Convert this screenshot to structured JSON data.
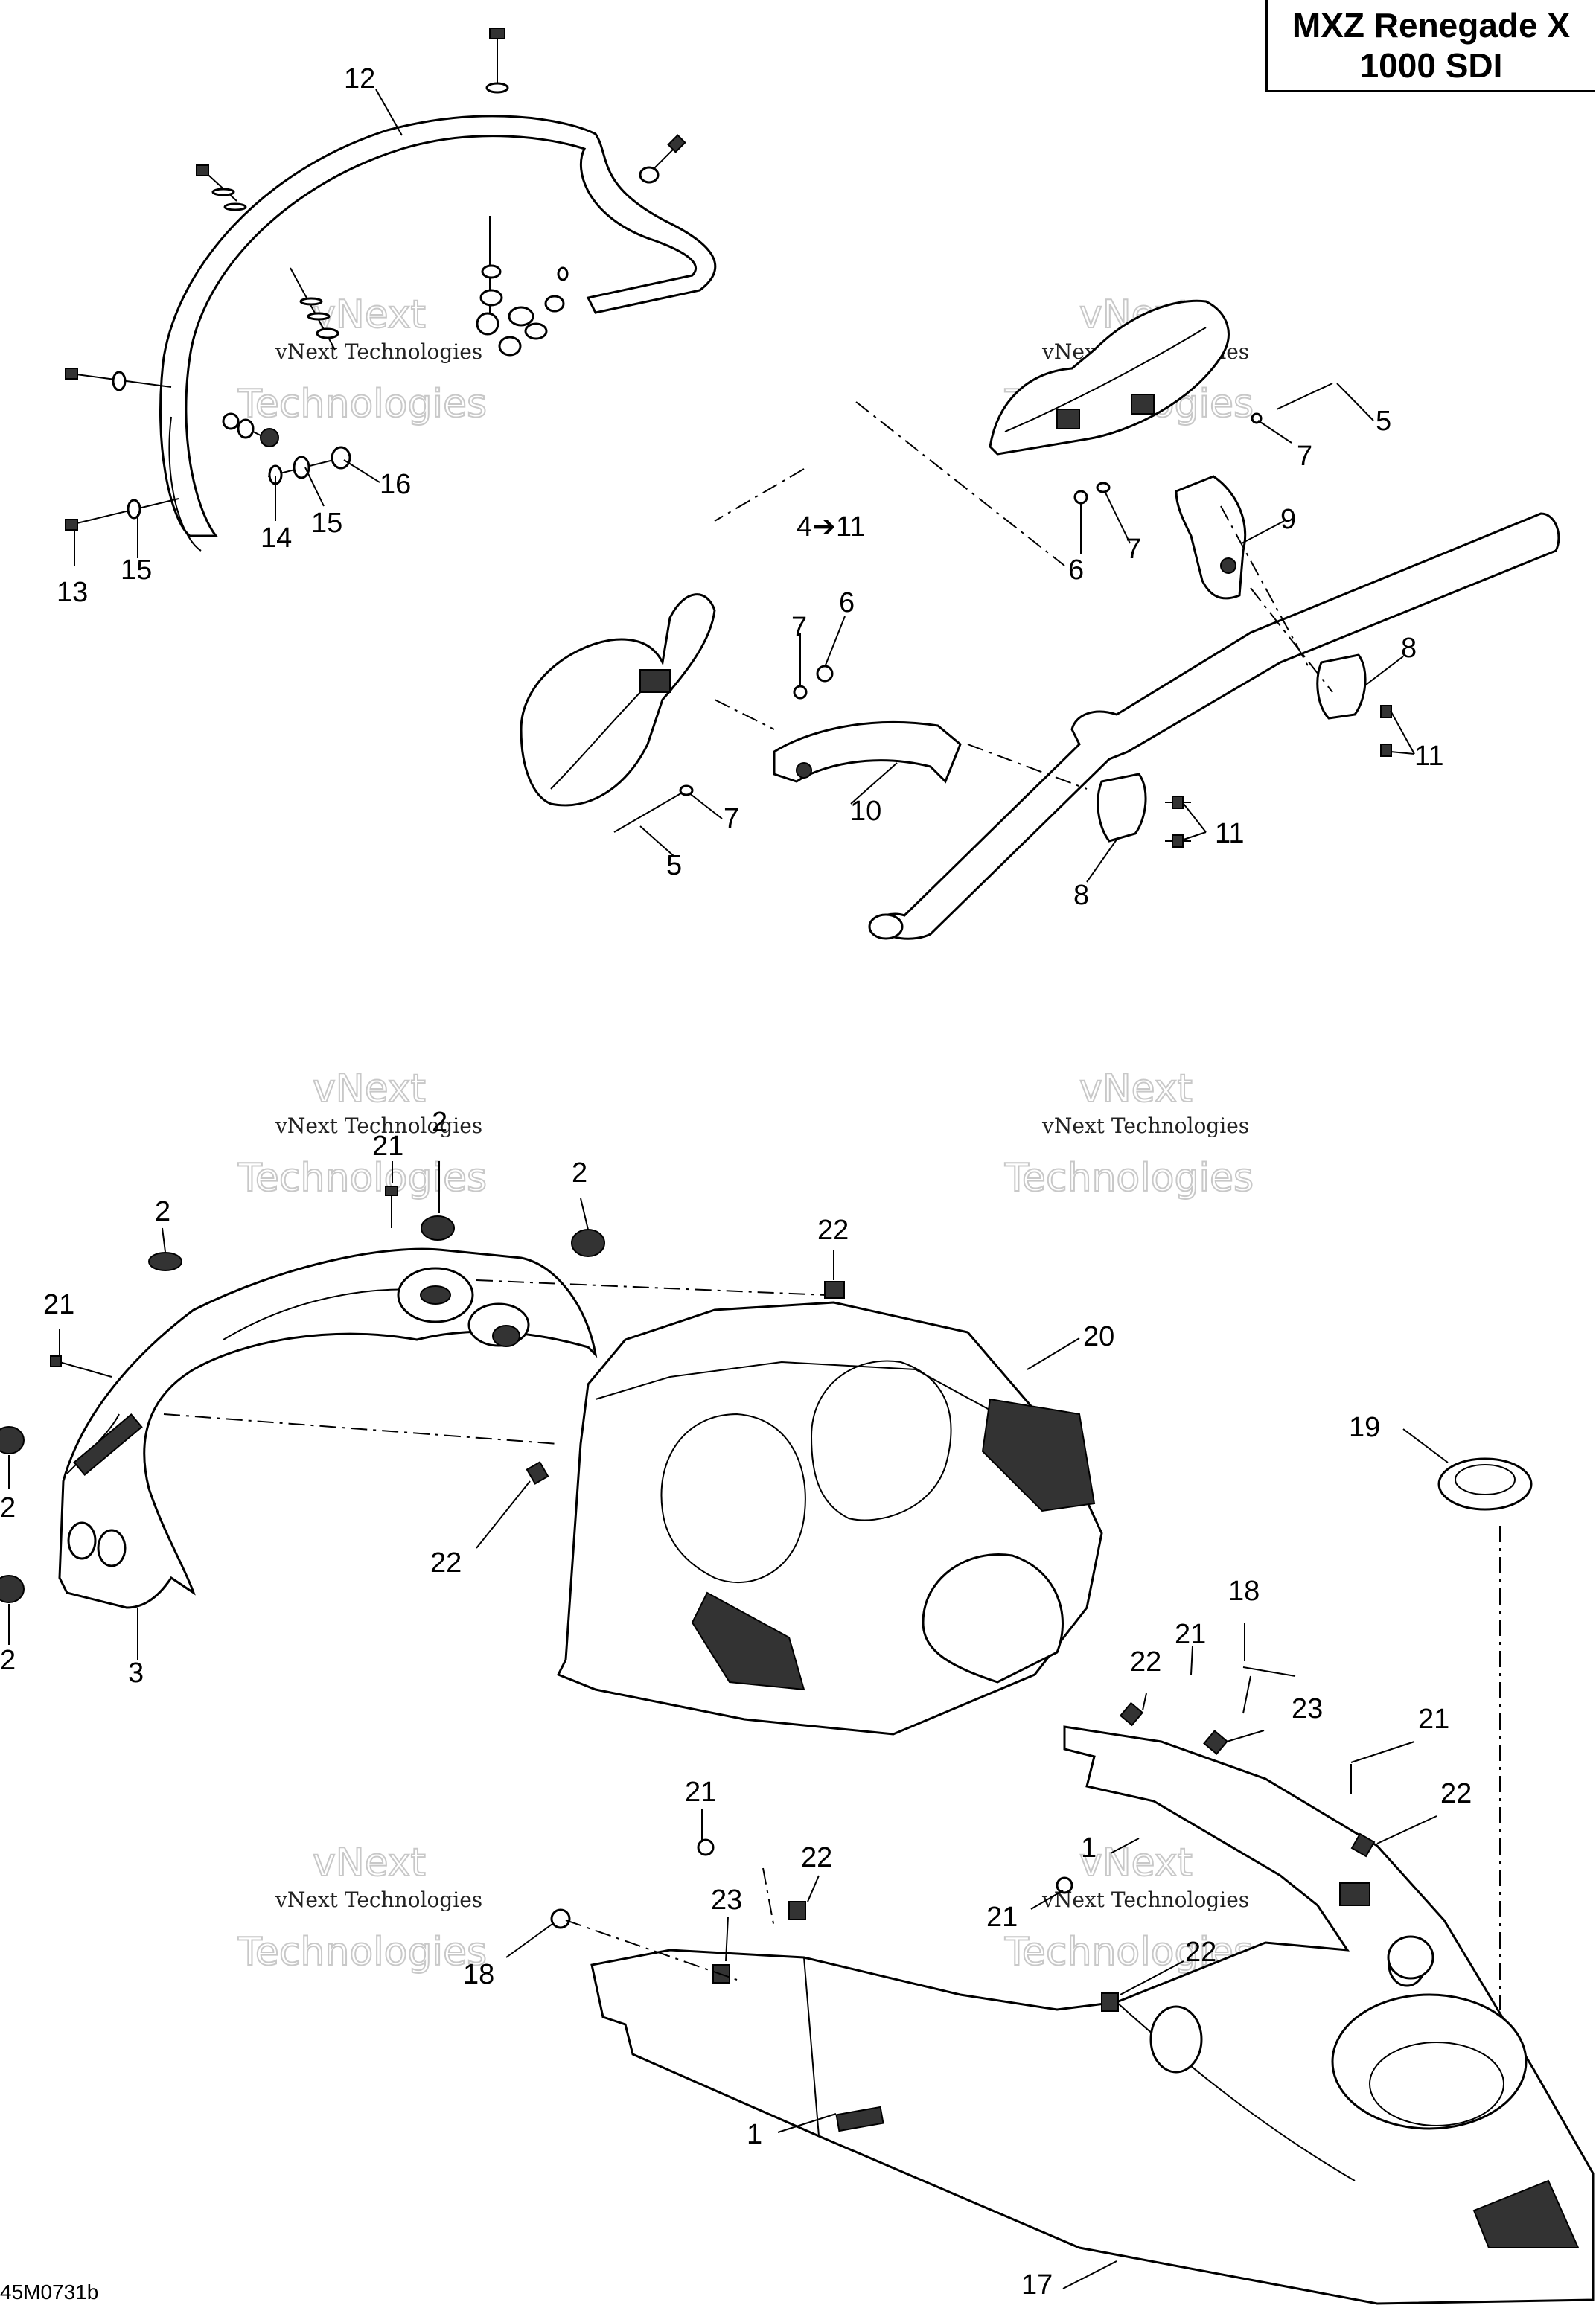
{
  "title": {
    "line1": "MXZ Renegade X",
    "line2": "1000 SDI"
  },
  "drawing_code": "45M0731b",
  "watermark": {
    "line1": "vNext Technologies",
    "line2": "Technologies",
    "line3": "vNext"
  },
  "callouts": [
    {
      "id": "c12",
      "label": "12"
    },
    {
      "id": "c13",
      "label": "13"
    },
    {
      "id": "c15a",
      "label": "15"
    },
    {
      "id": "c14",
      "label": "14"
    },
    {
      "id": "c15b",
      "label": "15"
    },
    {
      "id": "c16",
      "label": "16"
    },
    {
      "id": "c5a",
      "label": "5"
    },
    {
      "id": "c7a",
      "label": "7"
    },
    {
      "id": "c4",
      "label": "4➔11"
    },
    {
      "id": "c6a",
      "label": "6"
    },
    {
      "id": "c7b",
      "label": "7"
    },
    {
      "id": "c9",
      "label": "9"
    },
    {
      "id": "c7c",
      "label": "7"
    },
    {
      "id": "c6b",
      "label": "6"
    },
    {
      "id": "c8a",
      "label": "8"
    },
    {
      "id": "c11a",
      "label": "11"
    },
    {
      "id": "c10",
      "label": "10"
    },
    {
      "id": "c7d",
      "label": "7"
    },
    {
      "id": "c11b",
      "label": "11"
    },
    {
      "id": "c5b",
      "label": "5"
    },
    {
      "id": "c8b",
      "label": "8"
    },
    {
      "id": "c2a",
      "label": "2"
    },
    {
      "id": "c21a",
      "label": "21"
    },
    {
      "id": "c2b",
      "label": "2"
    },
    {
      "id": "c2c",
      "label": "2"
    },
    {
      "id": "c21b",
      "label": "21"
    },
    {
      "id": "c22a",
      "label": "22"
    },
    {
      "id": "c20",
      "label": "20"
    },
    {
      "id": "c2d",
      "label": "2"
    },
    {
      "id": "c2e",
      "label": "2"
    },
    {
      "id": "c3",
      "label": "3"
    },
    {
      "id": "c22b",
      "label": "22"
    },
    {
      "id": "c19",
      "label": "19"
    },
    {
      "id": "c18a",
      "label": "18"
    },
    {
      "id": "c21c",
      "label": "21"
    },
    {
      "id": "c22c",
      "label": "22"
    },
    {
      "id": "c23a",
      "label": "23"
    },
    {
      "id": "c21d",
      "label": "21"
    },
    {
      "id": "c22d",
      "label": "22"
    },
    {
      "id": "c1a",
      "label": "1"
    },
    {
      "id": "c21e",
      "label": "21"
    },
    {
      "id": "c22e",
      "label": "22"
    },
    {
      "id": "c23b",
      "label": "23"
    },
    {
      "id": "c18b",
      "label": "18"
    },
    {
      "id": "c21f",
      "label": "21"
    },
    {
      "id": "c22f",
      "label": "22"
    },
    {
      "id": "c1b",
      "label": "1"
    },
    {
      "id": "c17",
      "label": "17"
    }
  ]
}
